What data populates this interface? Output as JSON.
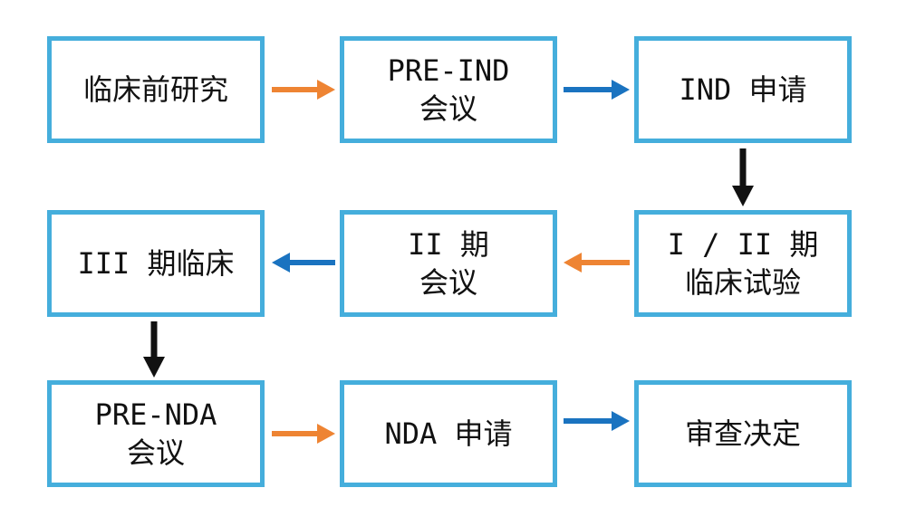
{
  "colors": {
    "box_border": "#45aedc",
    "arrow_orange": "#ee8433",
    "arrow_blue": "#1a73c0",
    "arrow_black": "#111111",
    "text": "#111111"
  },
  "steps": [
    {
      "id": "preclinical",
      "label": "临床前研究"
    },
    {
      "id": "pre_ind",
      "label": "PRE-IND\n会议"
    },
    {
      "id": "ind",
      "label": "IND 申请"
    },
    {
      "id": "phase_1_2",
      "label": "I / II 期\n临床试验"
    },
    {
      "id": "phase_2_meeting",
      "label": "II 期\n会议"
    },
    {
      "id": "phase_3",
      "label": "III 期临床"
    },
    {
      "id": "pre_nda",
      "label": "PRE-NDA\n会议"
    },
    {
      "id": "nda",
      "label": "NDA 申请"
    },
    {
      "id": "decision",
      "label": "审查决定"
    }
  ],
  "arrows": [
    {
      "from": "preclinical",
      "to": "pre_ind",
      "color": "orange"
    },
    {
      "from": "pre_ind",
      "to": "ind",
      "color": "blue"
    },
    {
      "from": "ind",
      "to": "phase_1_2",
      "color": "black"
    },
    {
      "from": "phase_1_2",
      "to": "phase_2_meeting",
      "color": "orange"
    },
    {
      "from": "phase_2_meeting",
      "to": "phase_3",
      "color": "blue"
    },
    {
      "from": "phase_3",
      "to": "pre_nda",
      "color": "black"
    },
    {
      "from": "pre_nda",
      "to": "nda",
      "color": "orange"
    },
    {
      "from": "nda",
      "to": "decision",
      "color": "blue"
    }
  ]
}
